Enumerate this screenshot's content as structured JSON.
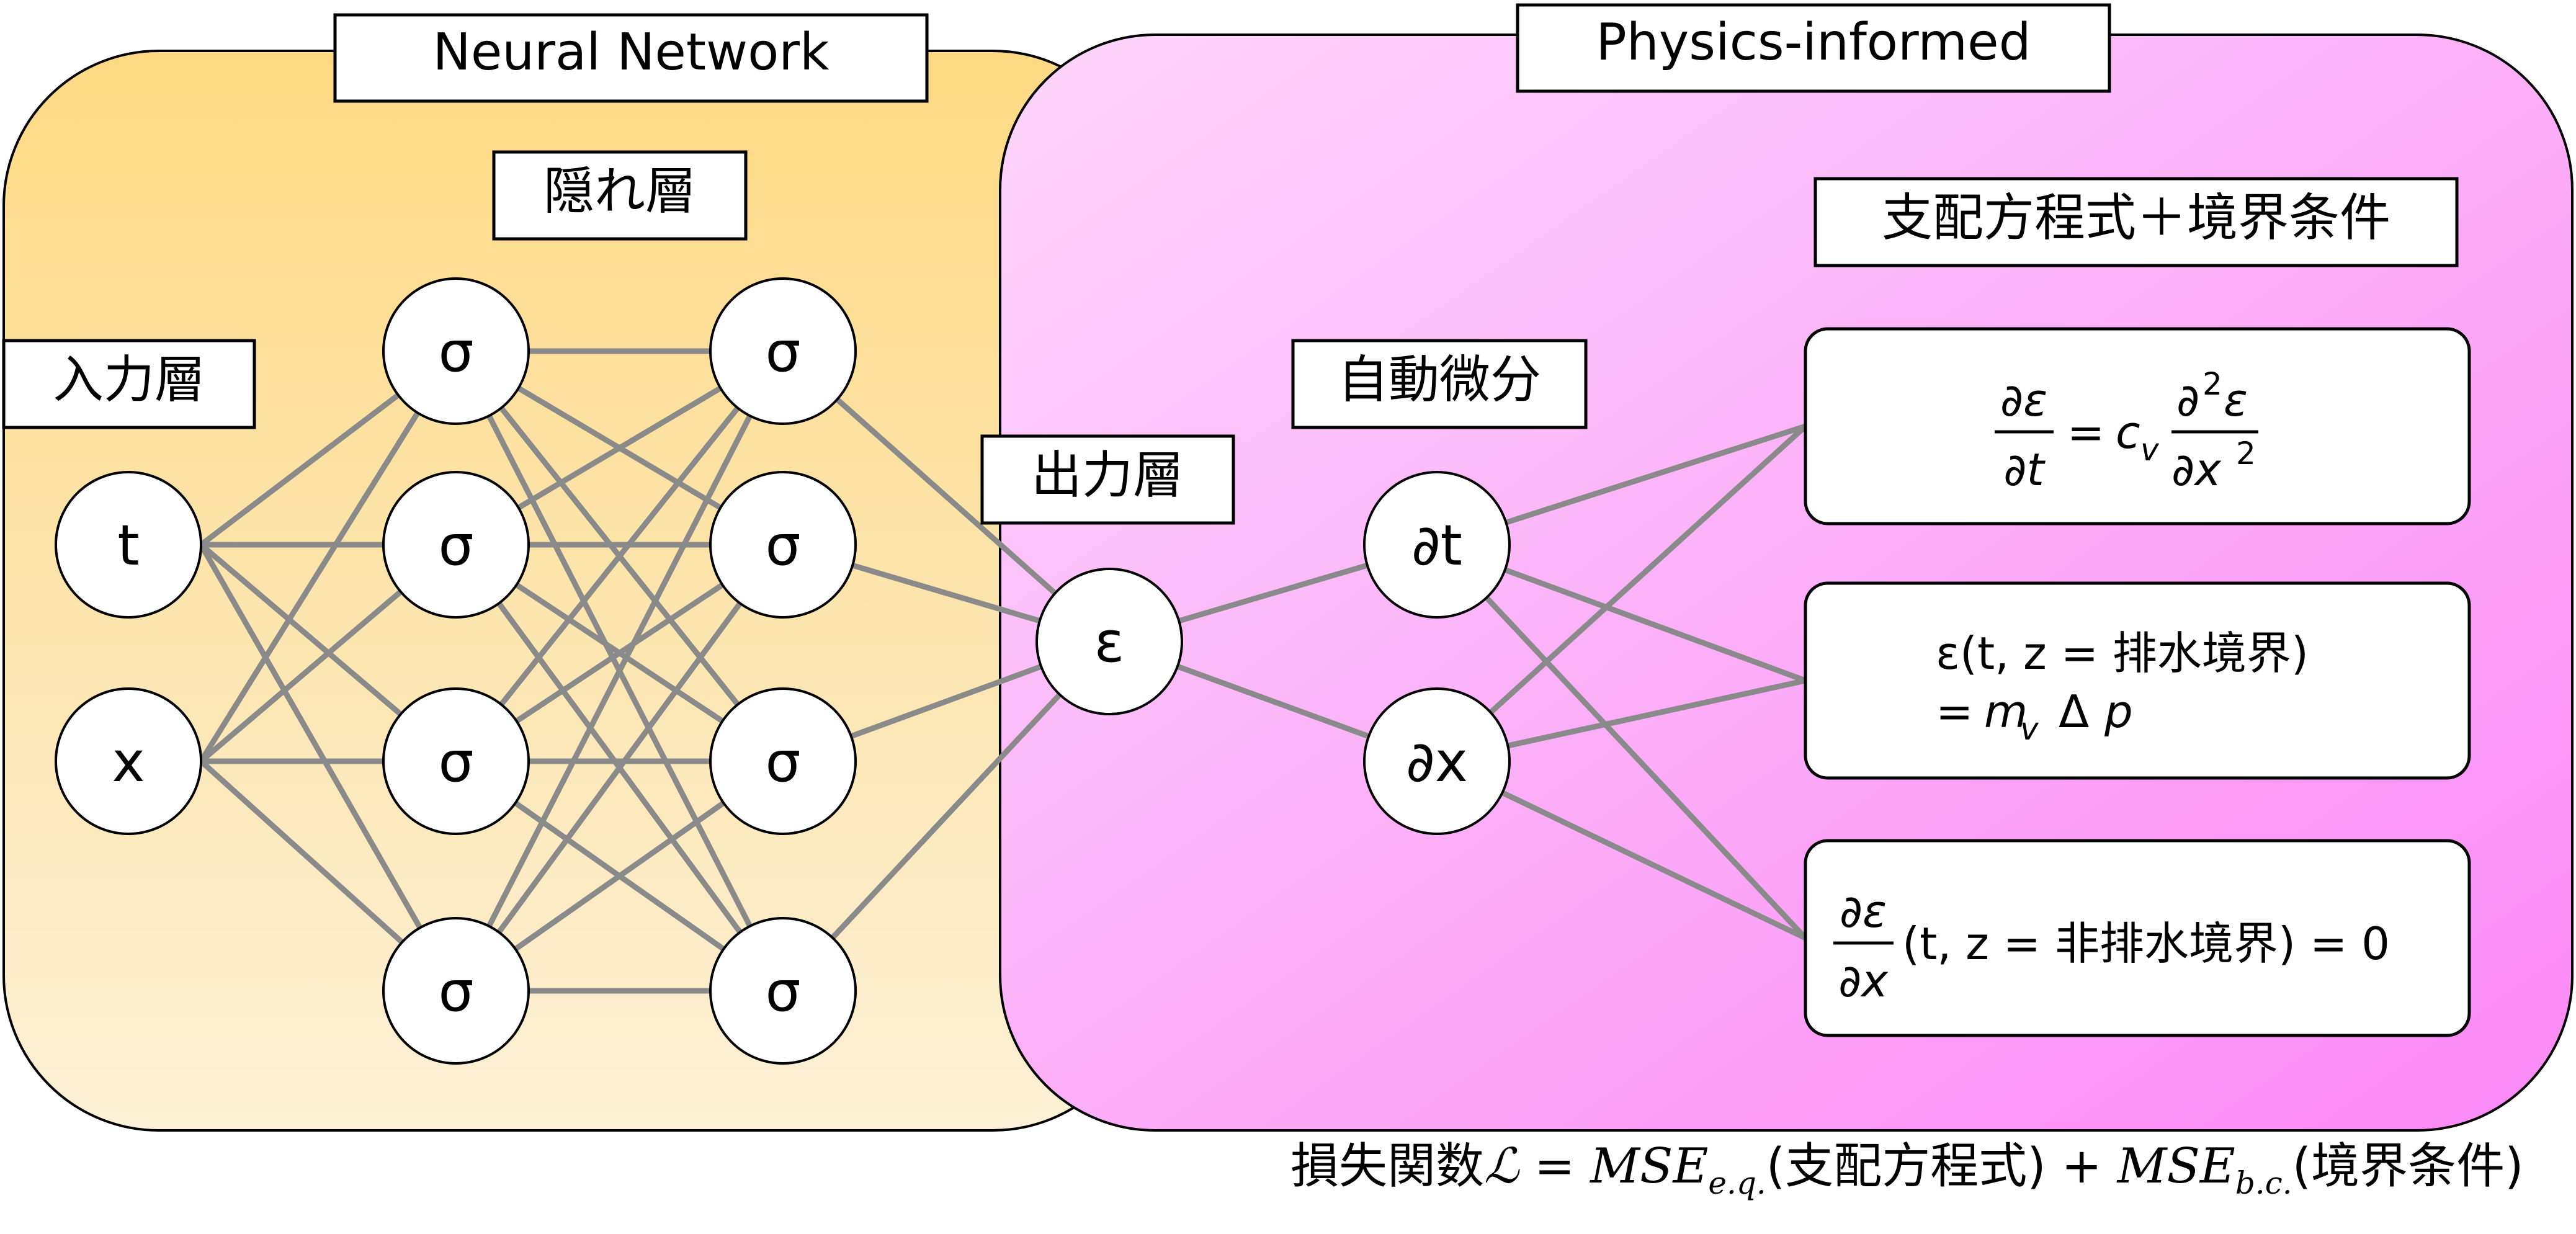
{
  "panels": {
    "neural_network_title": "Neural Network",
    "physics_title": "Physics-informed"
  },
  "layers": {
    "hidden": "隠れ層",
    "input": "入力層",
    "output": "出力層",
    "autodiff": "自動微分",
    "constraints": "支配方程式＋境界条件"
  },
  "nodes": {
    "input": [
      "t",
      "x"
    ],
    "hidden1": [
      "σ",
      "σ",
      "σ",
      "σ"
    ],
    "hidden2": [
      "σ",
      "σ",
      "σ",
      "σ"
    ],
    "output": "ε",
    "derivatives": [
      "∂t",
      "∂x"
    ]
  },
  "equations": {
    "governing": {
      "lhs_num": "∂ε",
      "lhs_den": "∂t",
      "eq": "=",
      "coef": "c",
      "coef_sub": "v",
      "rhs_num_d": "∂",
      "rhs_num_sup": "2",
      "rhs_num_e": "ε",
      "rhs_den": "∂x",
      "rhs_den_sup": "2"
    },
    "drained": {
      "line1": "ε(t, z = 排水境界)",
      "line2_eq": "=",
      "m": "m",
      "m_sub": "v",
      "dp": "Δ",
      "p": "p"
    },
    "undrained": {
      "num": "∂ε",
      "den": "∂x",
      "rest": "(t, z = 非排水境界) = 0"
    }
  },
  "loss": {
    "prefix": "損失関数",
    "L": "ℒ",
    "eq": " = ",
    "mse1": "MSE",
    "mse1_sub": "e.q.",
    "term1": "(支配方程式) + ",
    "mse2": "MSE",
    "mse2_sub": "b.c.",
    "term2": "(境界条件)"
  }
}
